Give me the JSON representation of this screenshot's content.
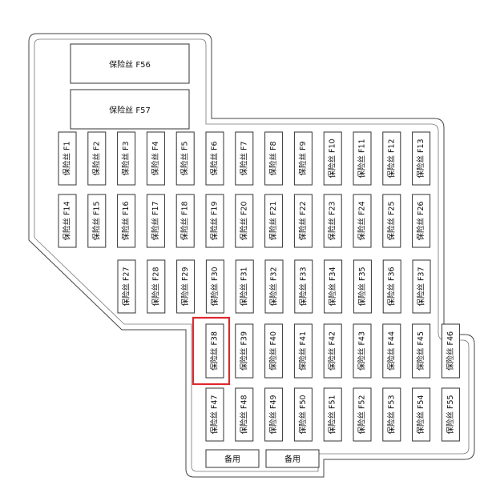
{
  "large_fuses": [
    {
      "label": "保险丝 F56"
    },
    {
      "label": "保险丝 F57"
    }
  ],
  "rows": [
    [
      "保险丝 F1",
      "保险丝 F2",
      "保险丝 F3",
      "保险丝 F4",
      "保险丝 F5",
      "保险丝 F6",
      "保险丝 F7",
      "保险丝 F8",
      "保险丝 F9",
      "保险丝 F10",
      "保险丝 F11",
      "保险丝 F12",
      "保险丝 F13"
    ],
    [
      "保险丝 F14",
      "保险丝 F15",
      "保险丝 F16",
      "保险丝 F17",
      "保险丝 F18",
      "保险丝 F19",
      "保险丝 F20",
      "保险丝 F21",
      "保险丝 F22",
      "保险丝 F23",
      "保险丝 F24",
      "保险丝 F25",
      "保险丝 F26"
    ],
    [
      "保险丝 F27",
      "保险丝 F28",
      "保险丝 F29",
      "保险丝 F30",
      "保险丝 F31",
      "保险丝 F32",
      "保险丝 F33",
      "保险丝 F34",
      "保险丝 F35",
      "保险丝 F36",
      "保险丝 F37"
    ],
    [
      "保险丝 F38",
      "保险丝 F39",
      "保险丝 F40",
      "保险丝 F41",
      "保险丝 F42",
      "保险丝 F43",
      "保险丝 F44",
      "保险丝 F45",
      "保险丝 F46"
    ],
    [
      "保险丝 F47",
      "保险丝 F48",
      "保险丝 F49",
      "保险丝 F50",
      "保险丝 F51",
      "保险丝 F52",
      "保险丝 F53",
      "保险丝 F54",
      "保险丝 F55"
    ]
  ],
  "spares": [
    {
      "label": "备用"
    },
    {
      "label": "备用"
    }
  ],
  "highlight": {
    "label": "保险丝 F38",
    "color": "#e0282e"
  }
}
